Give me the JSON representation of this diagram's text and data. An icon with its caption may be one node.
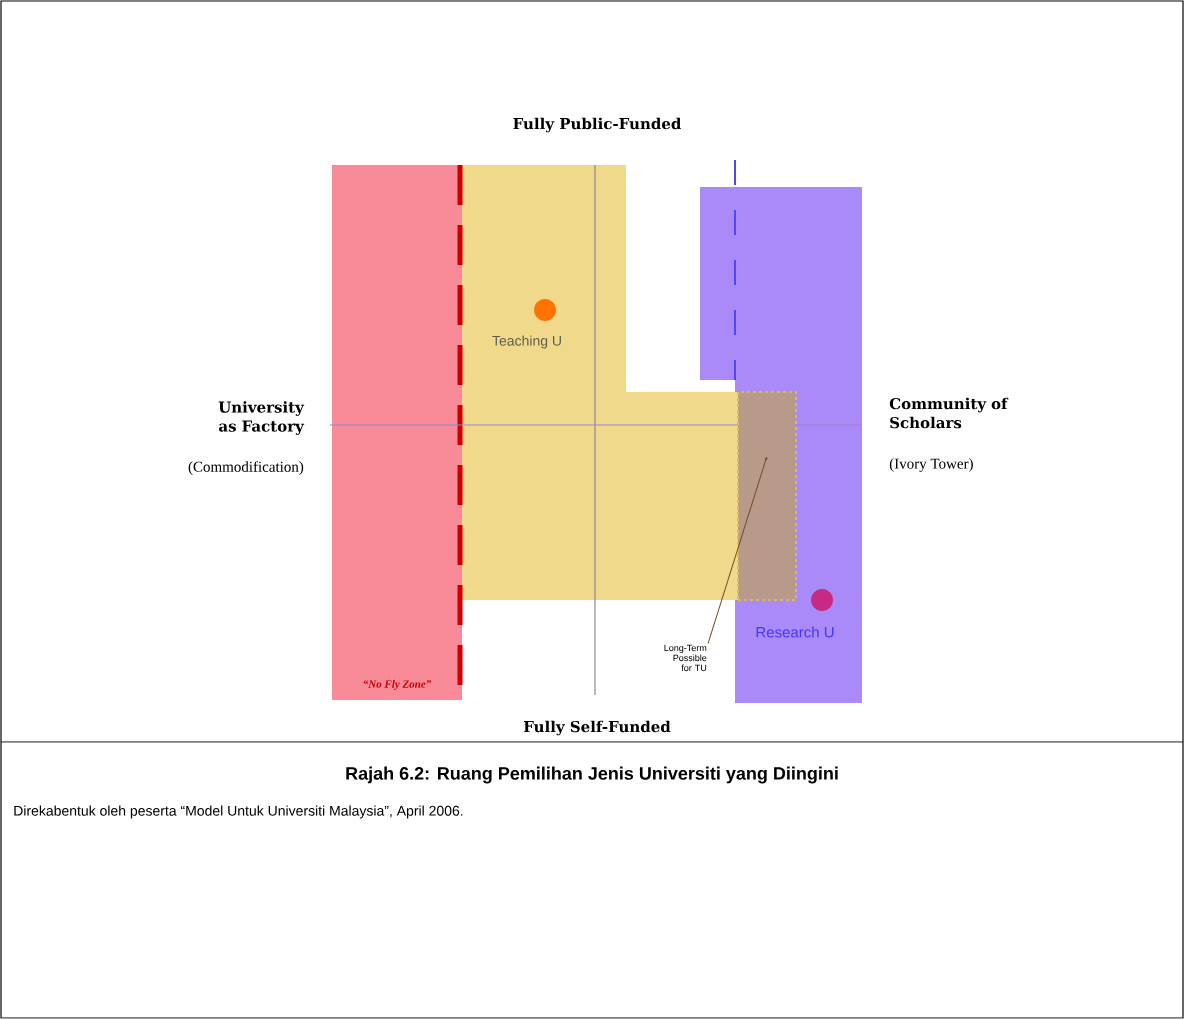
{
  "diagram": {
    "title": "Rajah 6.2: Ruang Pemilihan Jenis Universiti yang Diingini",
    "caption": "Direkabentuk oleh peserta “Model Untuk Universiti Malaysia”, April 2006.",
    "nodes": [
      {
        "text": [
          "Long-Term Possible for TU"
        ]
      },
      {
        "text": [],
        "shape": "box"
      }
    ],
    "edges": [
      {
        "from": 0,
        "to": 1,
        "arrow": "to"
      }
    ],
    "labels": [
      "Fully Public-Funded",
      "Teaching U",
      "University as Factory",
      "(Commodification)",
      "Community of Scholars",
      "(Ivory Tower)",
      "Research U",
      "“No Fly Zone”",
      "Fully Self-Funded"
    ]
  }
}
